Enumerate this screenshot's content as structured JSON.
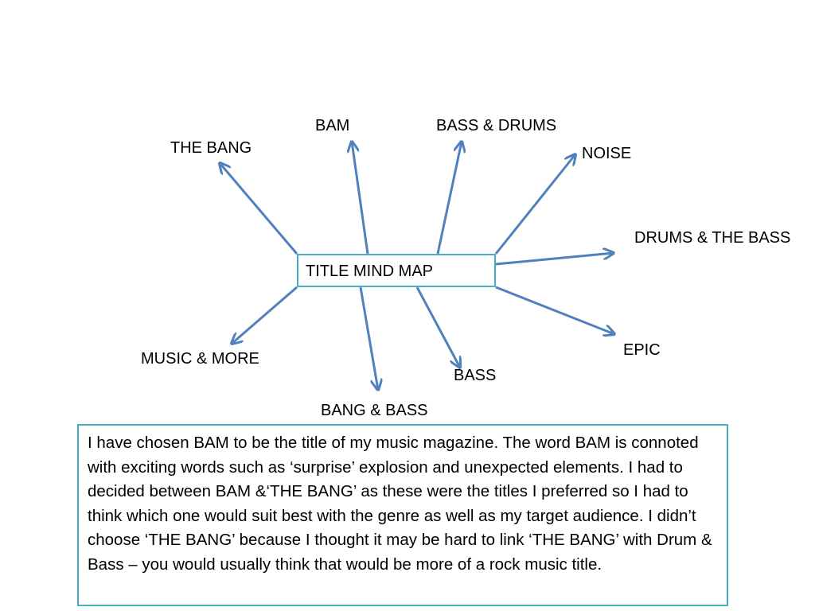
{
  "mind_map": {
    "center": "TITLE MIND MAP",
    "branches": [
      "THE BANG",
      "BAM",
      "BASS & DRUMS",
      "NOISE",
      "DRUMS & THE BASS",
      "EPIC",
      "BASS",
      "BANG & BASS",
      "MUSIC & MORE"
    ]
  },
  "description": {
    "text": "I have chosen BAM to be the title of my music magazine. The word BAM is connoted with exciting words such as ‘surprise’ explosion and unexpected elements. I had to decided between BAM &‘THE BANG’ as these were the titles I preferred so I had to think which one would suit best with the genre as well as my target audience. I didn’t choose ‘THE BANG’ because I thought it may be hard to link ‘THE BANG’ with Drum & Bass – you would usually think that would be more of a rock music title."
  },
  "colors": {
    "arrow": "#4f81bd",
    "box_border": "#4bacc6"
  }
}
